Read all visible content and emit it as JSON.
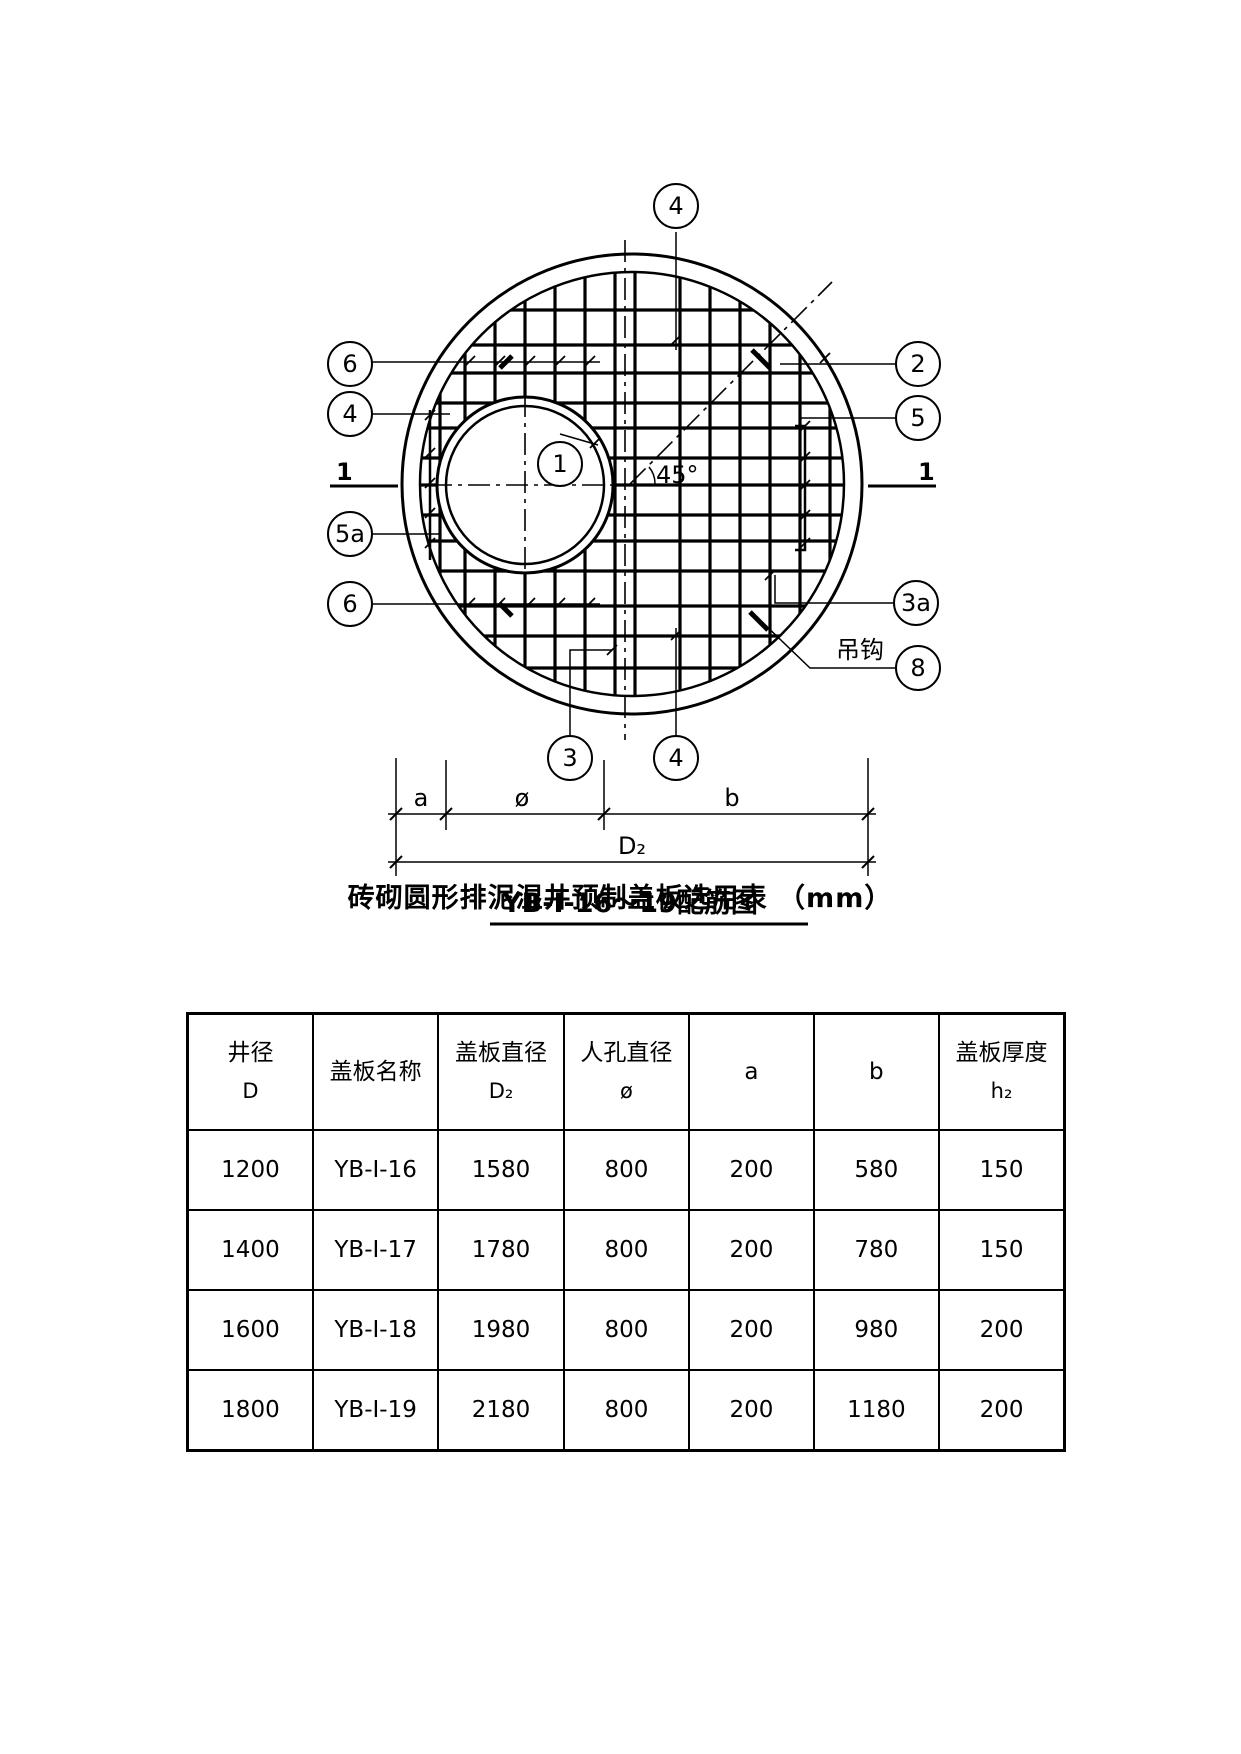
{
  "diagram": {
    "title": "YB-Ⅰ-16～19配筋图",
    "section_mark": "1",
    "angle_label": "45°",
    "hook_label": "吊钩",
    "callouts": [
      "4",
      "2",
      "6",
      "5",
      "4",
      "1",
      "5a",
      "6",
      "3a",
      "8",
      "3",
      "4"
    ],
    "dimensions": {
      "a": "a",
      "phi": "ø",
      "b": "b",
      "d2": "D₂"
    }
  },
  "table": {
    "caption": "砖砌圆形排泥湿井预制盖板选用表 （mm）",
    "headers": [
      {
        "main": "井径",
        "sub": "D"
      },
      {
        "main": "盖板名称",
        "sub": ""
      },
      {
        "main": "盖板直径",
        "sub": "D₂"
      },
      {
        "main": "人孔直径",
        "sub": "ø"
      },
      {
        "main": "a",
        "sub": ""
      },
      {
        "main": "b",
        "sub": ""
      },
      {
        "main": "盖板厚度",
        "sub": "h₂"
      }
    ],
    "rows": [
      [
        "1200",
        "YB-Ⅰ-16",
        "1580",
        "800",
        "200",
        "580",
        "150"
      ],
      [
        "1400",
        "YB-Ⅰ-17",
        "1780",
        "800",
        "200",
        "780",
        "150"
      ],
      [
        "1600",
        "YB-Ⅰ-18",
        "1980",
        "800",
        "200",
        "980",
        "200"
      ],
      [
        "1800",
        "YB-Ⅰ-19",
        "2180",
        "800",
        "200",
        "1180",
        "200"
      ]
    ]
  }
}
